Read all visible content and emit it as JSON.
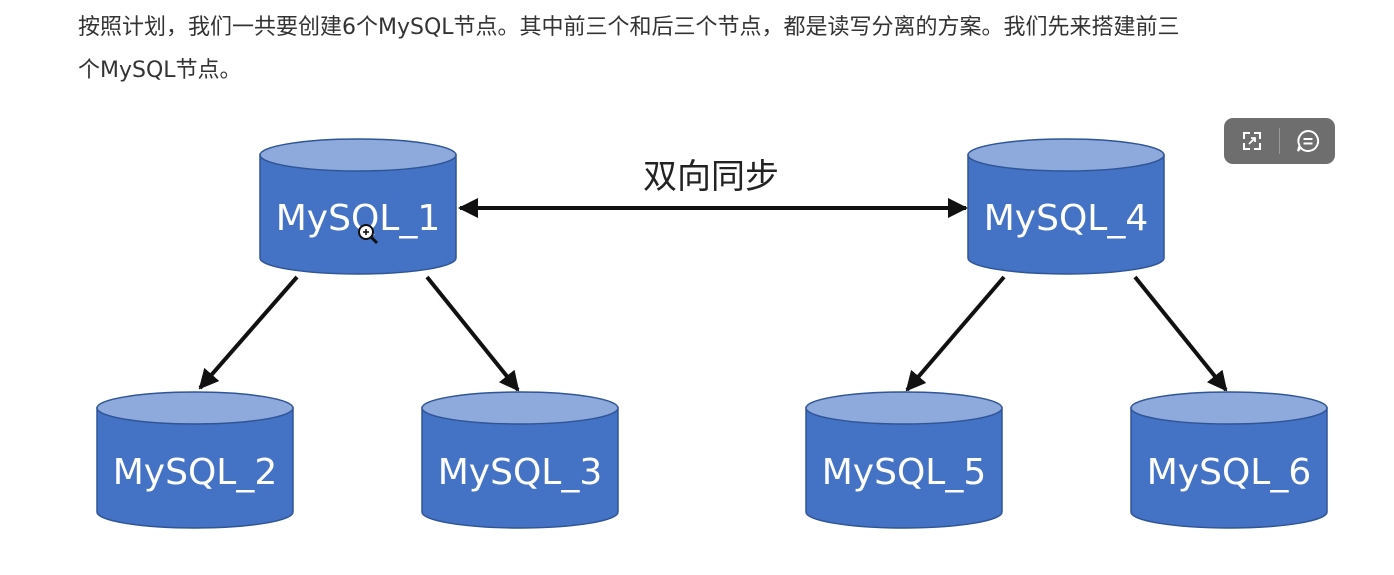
{
  "paragraph": {
    "line1": "按照计划，我们一共要创建6个MySQL节点。其中前三个和后三个节点，都是读写分离的方案。我们先来搭建前三",
    "line2": "个MySQL节点。"
  },
  "diagram": {
    "link_label": "双向同步",
    "nodes": [
      {
        "id": "n1",
        "label": "MySQL_1"
      },
      {
        "id": "n2",
        "label": "MySQL_2"
      },
      {
        "id": "n3",
        "label": "MySQL_3"
      },
      {
        "id": "n4",
        "label": "MySQL_4"
      },
      {
        "id": "n5",
        "label": "MySQL_5"
      },
      {
        "id": "n6",
        "label": "MySQL_6"
      }
    ],
    "edges": [
      {
        "from": "n1",
        "to": "n4",
        "type": "bidirectional",
        "label": "双向同步"
      },
      {
        "from": "n1",
        "to": "n2",
        "type": "directed"
      },
      {
        "from": "n1",
        "to": "n3",
        "type": "directed"
      },
      {
        "from": "n4",
        "to": "n5",
        "type": "directed"
      },
      {
        "from": "n4",
        "to": "n6",
        "type": "directed"
      }
    ],
    "colors": {
      "node_body": "#4472c4",
      "node_top": "#8ea9db",
      "node_edge": "#2f5597",
      "arrow": "#111111"
    }
  },
  "toolbar": {
    "icons": [
      "expand-icon",
      "comment-icon"
    ]
  }
}
